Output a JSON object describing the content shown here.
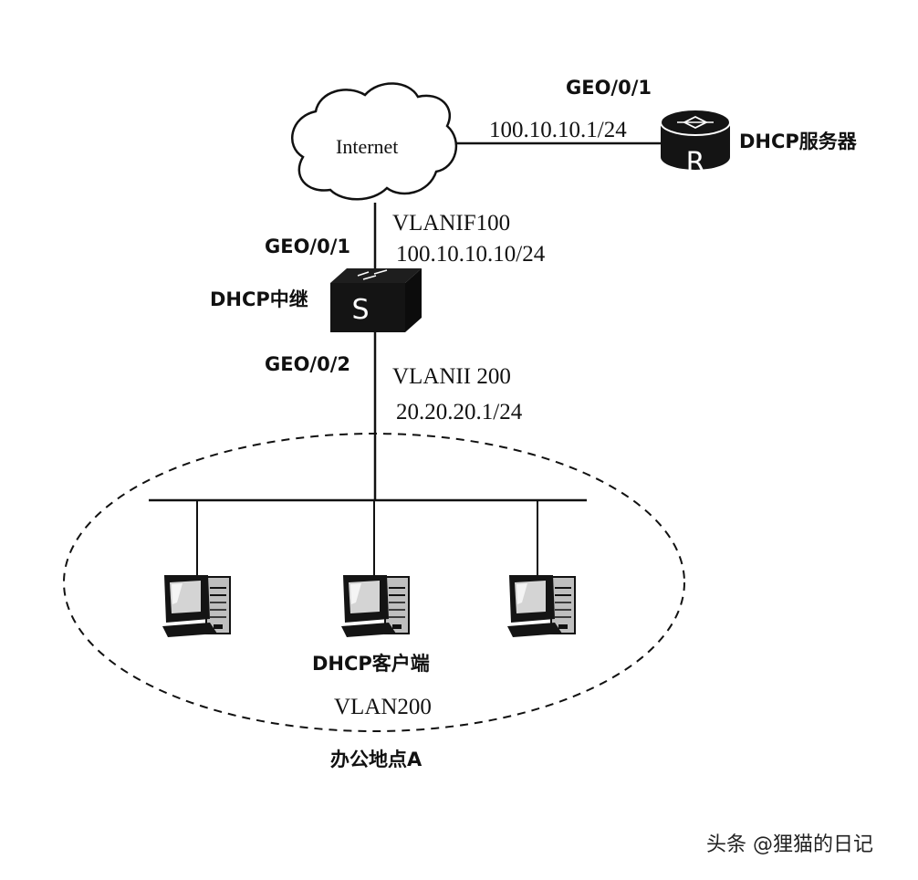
{
  "internet": {
    "label": "Internet"
  },
  "server": {
    "port": "GEO/0/1",
    "ip": "100.10.10.1/24",
    "label": "DHCP服务器",
    "icon_letter": "R"
  },
  "relay": {
    "uplink_port": "GEO/0/1",
    "uplink_vlanif": "VLANIF100",
    "uplink_ip": "100.10.10.10/24",
    "label": "DHCP中继",
    "icon_letter": "S",
    "downlink_port": "GEO/0/2",
    "downlink_vlanif": "VLANII 200",
    "downlink_ip": "20.20.20.1/24"
  },
  "clients": {
    "label": "DHCP客户端",
    "vlan": "VLAN200",
    "site": "办公地点A"
  },
  "watermark": "头条 @狸猫的日记",
  "colors": {
    "ink": "#111111",
    "device": "#141414",
    "background": "#ffffff"
  }
}
